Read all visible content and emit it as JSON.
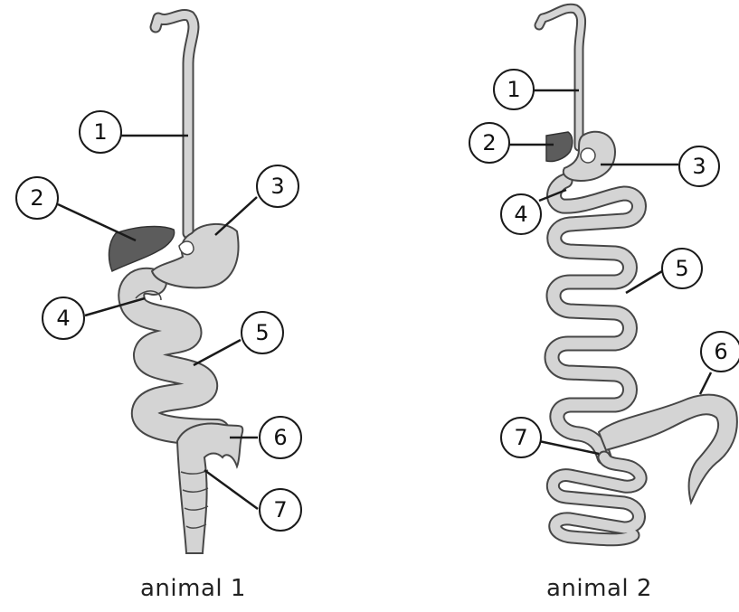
{
  "animal1": {
    "caption": "animal 1",
    "labels": [
      "1",
      "2",
      "3",
      "4",
      "5",
      "6",
      "7"
    ]
  },
  "animal2": {
    "caption": "animal 2",
    "labels": [
      "1",
      "2",
      "3",
      "4",
      "5",
      "6",
      "7"
    ]
  },
  "colors": {
    "organ_fill": "#d4d4d4",
    "organ_stroke": "#474747",
    "liver_fill": "#5c5c5c",
    "leader": "#1a1a1a"
  }
}
